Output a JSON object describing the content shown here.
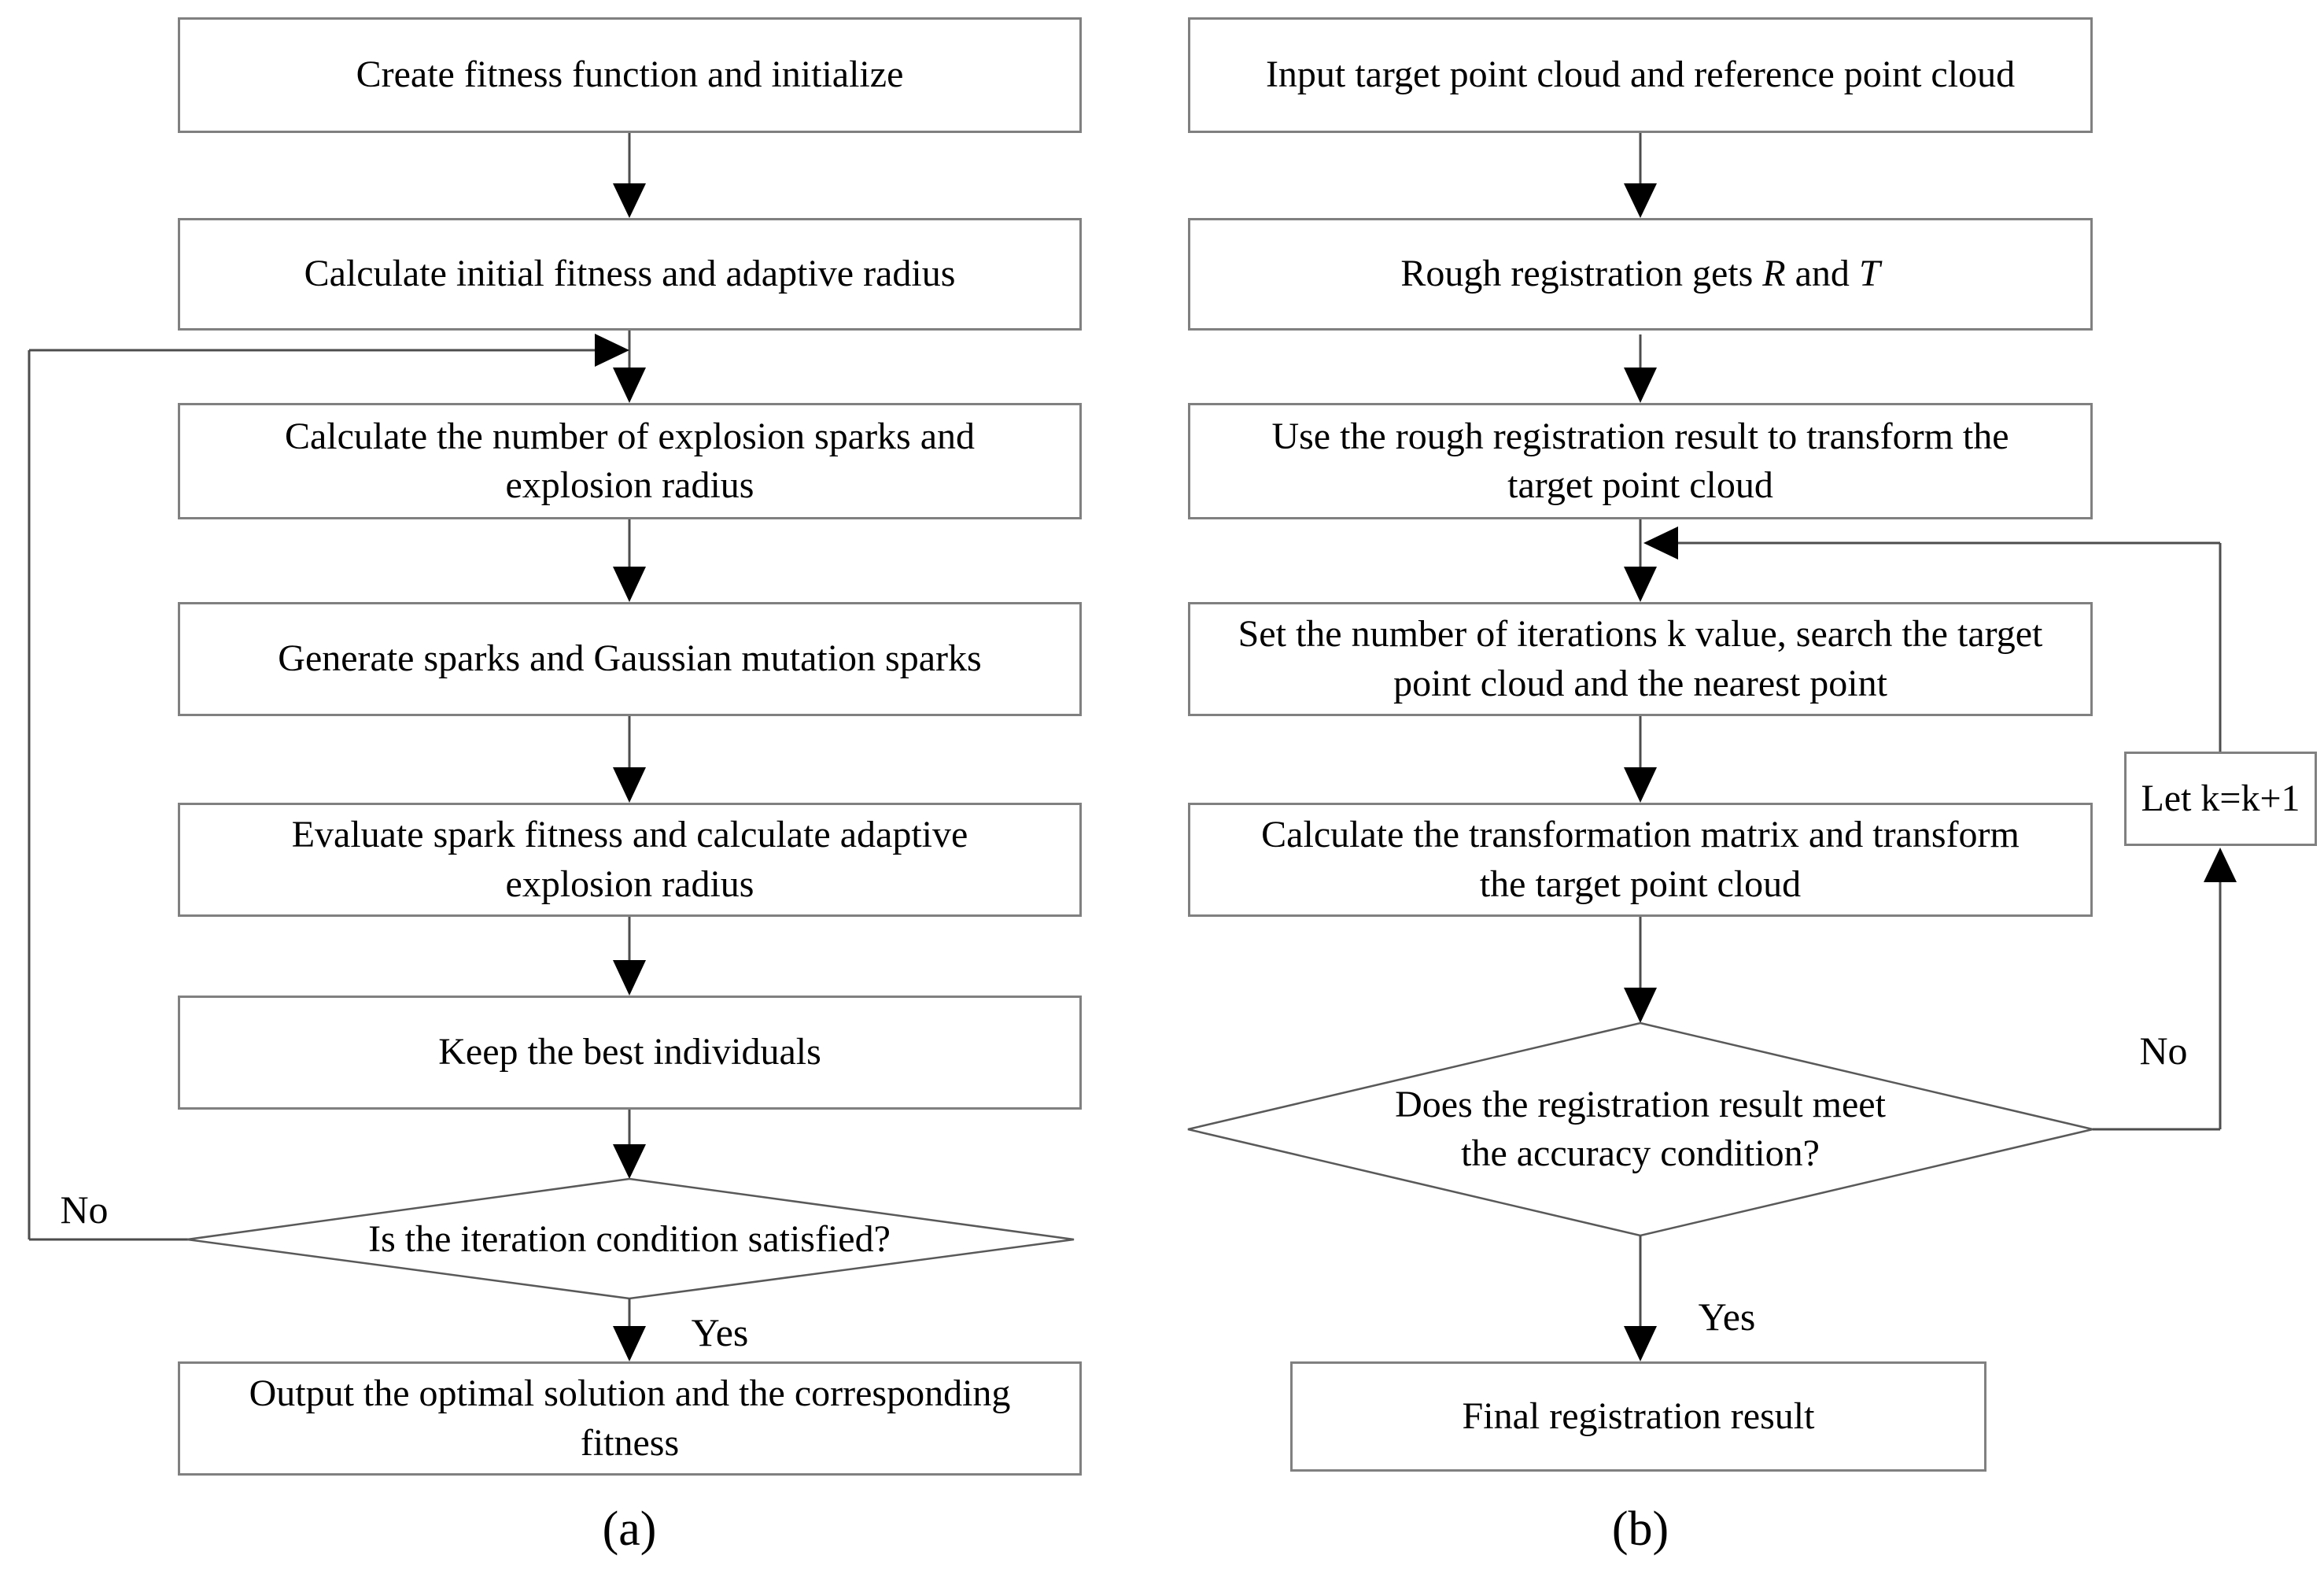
{
  "figure_title": "Flowchart figure with two panels",
  "panel_a": {
    "caption": "(a)",
    "box_create": "Create fitness function and initialize",
    "box_initial_fitness": "Calculate initial fitness and adaptive radius",
    "box_explosion_sparks": "Calculate the number of explosion sparks and\nexplosion radius",
    "box_generate_sparks": "Generate sparks and Gaussian mutation sparks",
    "box_evaluate": "Evaluate spark fitness and calculate adaptive\nexplosion radius",
    "box_keep_best": "Keep the best individuals",
    "decision_iteration": "Is the iteration condition satisfied?",
    "box_output": "Output the optimal solution and the corresponding\nfitness",
    "no_label": "No",
    "yes_label": "Yes"
  },
  "panel_b": {
    "caption": "(b)",
    "box_input": "Input target point cloud and reference point cloud",
    "box_rough": {
      "prefix": "Rough registration gets ",
      "var_r": "R",
      "mid": " and ",
      "var_t": "T"
    },
    "box_transform": "Use the rough registration result to transform the\ntarget point cloud",
    "box_iterations": "Set the number of iterations k value, search the target\npoint cloud and the nearest point",
    "box_matrix": "Calculate the transformation matrix and transform\nthe target point cloud",
    "decision_accuracy": "Does the registration result meet\nthe accuracy condition?",
    "box_loop": "Let k=k+1",
    "box_final": "Final registration result",
    "no_label": "No",
    "yes_label": "Yes"
  },
  "colors": {
    "background": "#ffffff",
    "box_border": "#808080",
    "diamond_border": "#595959",
    "connector": "#4d4d4d",
    "arrowhead": "#000000",
    "text": "#000000"
  }
}
